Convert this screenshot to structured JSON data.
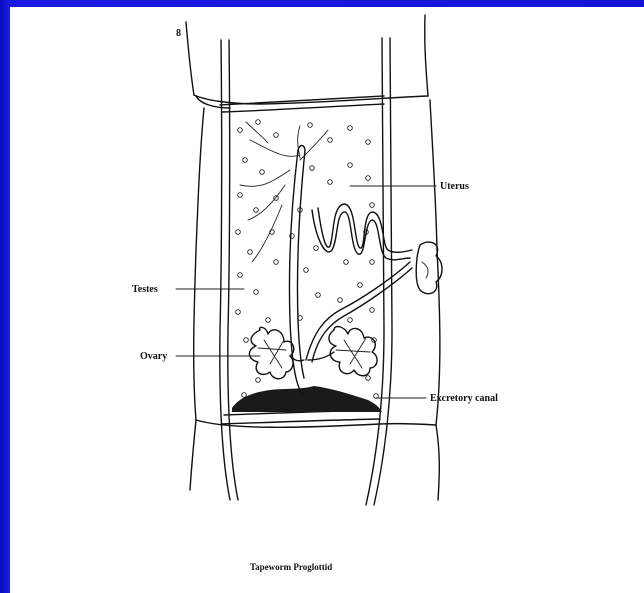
{
  "labels": {
    "uterus": "Uterus",
    "testes": "Testes",
    "ovary": "Ovary",
    "excretory_canal": "Excretory canal",
    "fig_mark": "8"
  },
  "caption": "Tapeworm Proglottid",
  "colors": {
    "slide_background": "#1414d6",
    "panel": "#ffffff",
    "ink": "#111111"
  }
}
